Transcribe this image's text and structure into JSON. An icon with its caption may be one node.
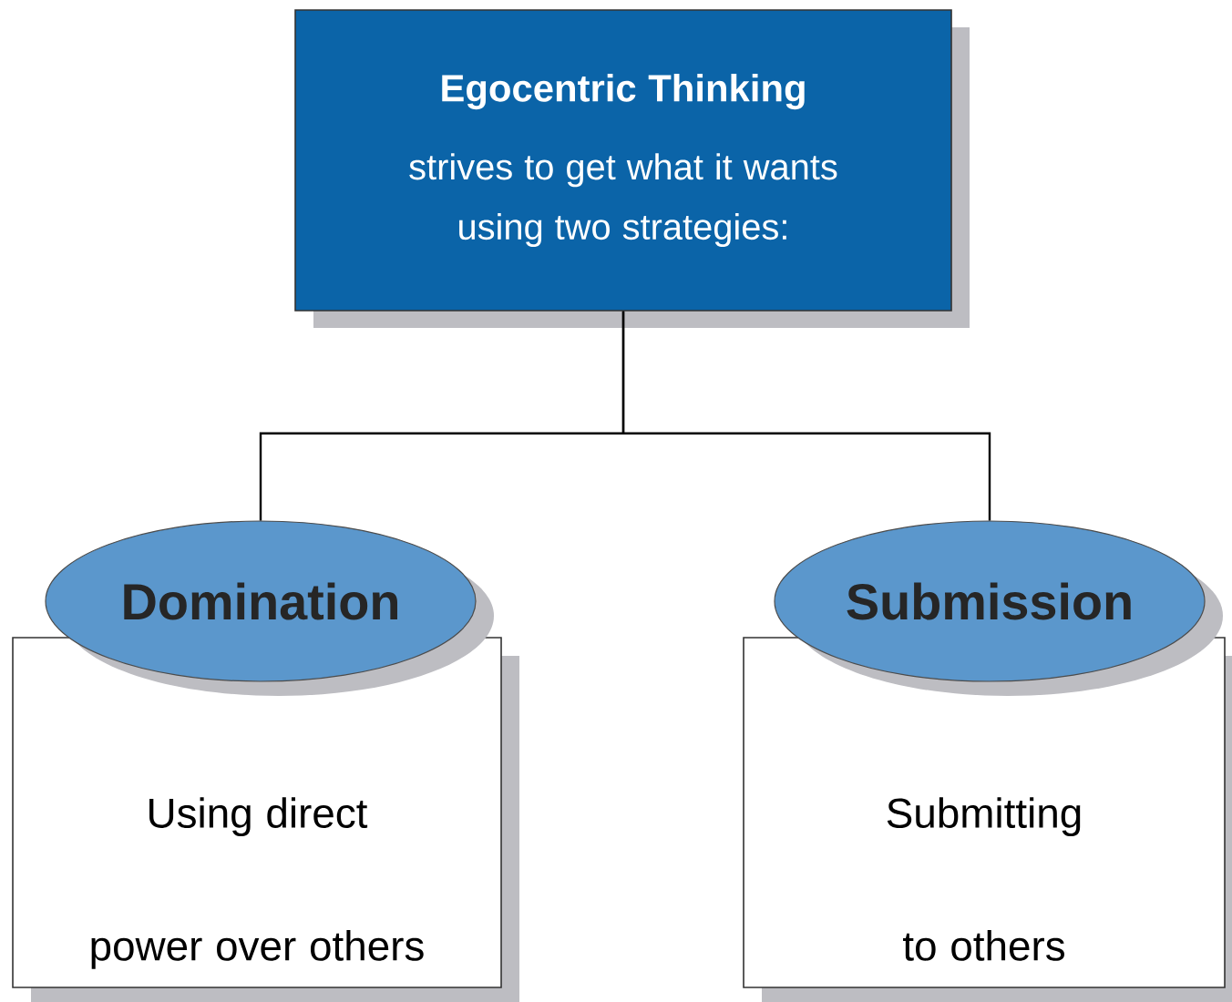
{
  "diagram": {
    "nodes": [
      {
        "text": [
          "Egocentric Thinking",
          "strives to get what it wants using two strategies:"
        ]
      },
      {
        "text": [
          "Domination"
        ]
      },
      {
        "text": [
          "Using direct power over others"
        ]
      },
      {
        "text": [
          "Submission"
        ]
      },
      {
        "text": [
          "Submitting to others"
        ]
      }
    ],
    "edges": [
      {
        "from": 0,
        "to": 1,
        "arrow": "none"
      },
      {
        "from": 0,
        "to": 3,
        "arrow": "none"
      }
    ]
  }
}
